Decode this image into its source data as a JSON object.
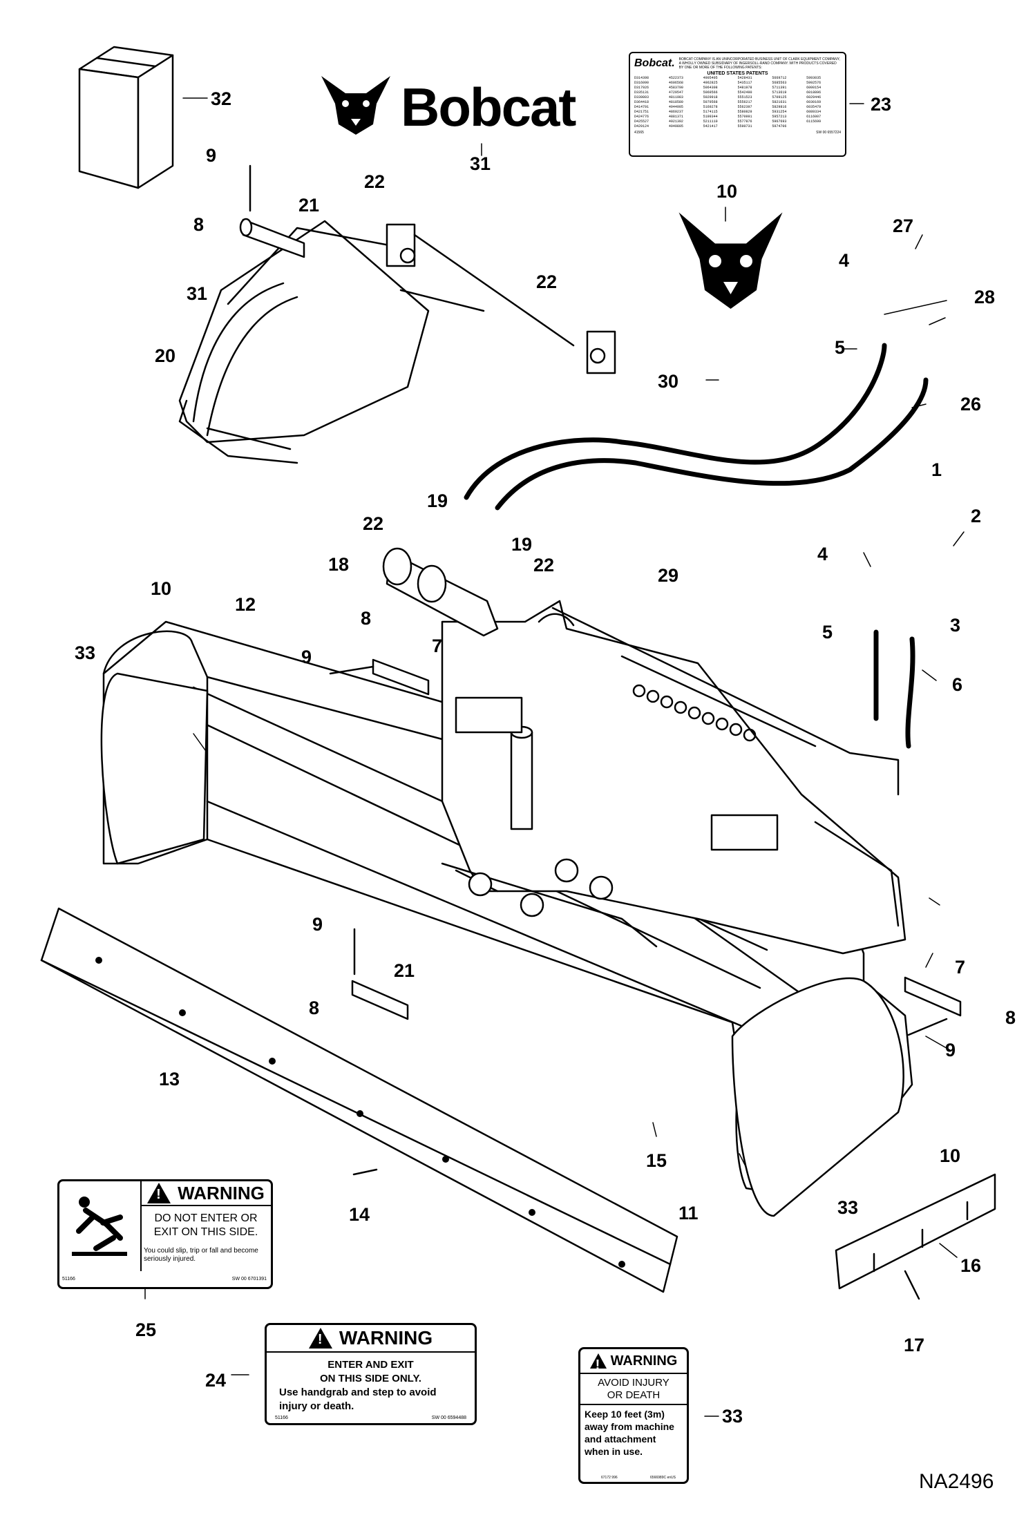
{
  "callouts": [
    "32",
    "31",
    "23",
    "9",
    "22",
    "21",
    "8",
    "31",
    "20",
    "10",
    "27",
    "4",
    "28",
    "22",
    "5",
    "30",
    "26",
    "1",
    "19",
    "22",
    "19",
    "2",
    "18",
    "4",
    "22",
    "29",
    "10",
    "12",
    "8",
    "3",
    "33",
    "9",
    "7",
    "5",
    "6",
    "9",
    "7",
    "21",
    "8",
    "8",
    "9",
    "13",
    "15",
    "10",
    "14",
    "11",
    "33",
    "16",
    "25",
    "17",
    "24",
    "33"
  ],
  "brand": "Bobcat",
  "patent_decal": {
    "brand": "Bobcat.",
    "header": "BOBCAT COMPANY IS AN UNINCORPORATED BUSINESS UNIT OF CLARK EQUIPMENT COMPANY, A WHOLLY OWNED SUBSIDIARY OF INGERSOLL-RAND COMPANY. WITH PRODUCTS COVERED BY ONE OR MORE OF THE FOLLOWING PATENTS:",
    "title": "UNITED STATES PATENTS",
    "rows": [
      [
        "D314398",
        "4522373",
        "4905405",
        "5428431",
        "5669712",
        "5993035"
      ],
      [
        "D316090",
        "4606568",
        "4962825",
        "5435117",
        "5685563",
        "5992576"
      ],
      [
        "D317926",
        "4583790",
        "5064308",
        "5481978",
        "5711391",
        "6000154"
      ],
      [
        "D335131",
        "4729547",
        "5069566",
        "5542490",
        "5713619",
        "6018896"
      ],
      [
        "D339803",
        "4811983",
        "5029918",
        "5551523",
        "5709125",
        "6029446"
      ],
      [
        "D364418",
        "4818580",
        "5079568",
        "5556217",
        "5821631",
        "6030169"
      ],
      [
        "D414791",
        "4944905",
        "5169278",
        "5562397",
        "5829816",
        "6035479"
      ],
      [
        "D421751",
        "4869237",
        "5174115",
        "5580829",
        "5931254",
        "6089334"
      ],
      [
        "D424776",
        "4881371",
        "5199344",
        "5570991",
        "5957213",
        "6116007"
      ],
      [
        "D425527",
        "4921392",
        "5211110",
        "5577876",
        "5967693",
        "6115699"
      ],
      [
        "D429124",
        "4949805",
        "5421417",
        "5590731",
        "5974706",
        ""
      ]
    ],
    "code_left": "41565",
    "code_right": "SW 00  6557224"
  },
  "decal_25": {
    "header": "WARNING",
    "line1": "DO NOT ENTER OR",
    "line2": "EXIT ON THIS  SIDE.",
    "body": "You could slip, trip or fall and become seriously injured.",
    "code_left": "51166",
    "code_right": "SW 00   6701391"
  },
  "decal_24": {
    "header": "WARNING",
    "line1": "ENTER AND EXIT",
    "line2": "ON THIS SIDE ONLY.",
    "line3": "Use handgrab and step to avoid",
    "line4": "injury or death.",
    "code_left": "51166",
    "code_right": "SW 00   6594488"
  },
  "decal_33": {
    "header": "WARNING",
    "line1": "AVOID INJURY",
    "line2": "OR DEATH",
    "line3": "Keep 10 feet (3m)",
    "line4": "away from machine",
    "line5": "and attachment",
    "line6": "when in use.",
    "code_left": "67172 996",
    "code_right": "6566989C enUS"
  },
  "drawing_ref": "NA2496"
}
